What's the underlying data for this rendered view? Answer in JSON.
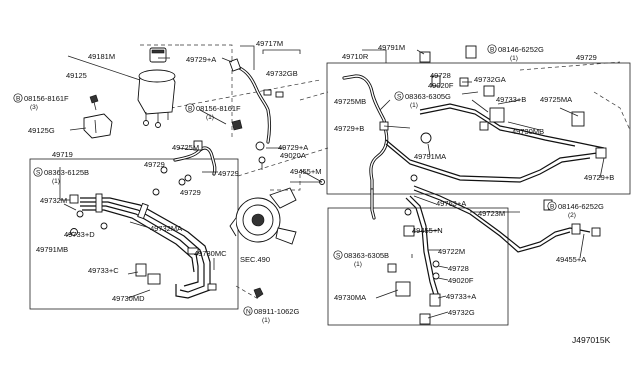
{
  "diagram_id": "J497015K",
  "labels": {
    "p49181M": "49181M",
    "p49125": "49125",
    "p08156_8161F_a": "08156-8161F",
    "p08156_8161F_a_qty": "(3)",
    "p49125G": "49125G",
    "p49729A_top": "49729+A",
    "p49717M": "49717M",
    "p49732GB": "49732GB",
    "p08156_8161F_b": "08156-8161F",
    "p08156_8161F_b_qty": "(1)",
    "p49725M": "49725M",
    "p49729A_mid": "49729+A",
    "p49020A": "49020A",
    "p49455M": "49455+M",
    "p49729_center": "49729",
    "p49719": "49719",
    "p08363_6125B": "08363-6125B",
    "p08363_6125B_qty": "(1)",
    "p49729_left": "49729",
    "p49732M": "49732M",
    "p49729_left2": "49729",
    "p49733D": "49733+D",
    "p49791MB": "49791MB",
    "p49732MA": "49732MA",
    "p49730MC": "49730MC",
    "p49733C": "49733+C",
    "p49730MD": "49730MD",
    "sec490": "SEC.490",
    "p08911_1062G": "08911-1062G",
    "p08911_1062G_qty": "(1)",
    "p49710R": "49710R",
    "p49791M": "49791M",
    "p08146_6252G_a": "08146-6252G",
    "p08146_6252G_a_qty": "(1)",
    "p49729_right": "49729",
    "p49728_a": "49728",
    "p49020F_a": "49020F",
    "p49732GA": "49732GA",
    "p08363_6305G": "08363-6305G",
    "p08363_6305G_qty": "(1)",
    "p49725MB": "49725MB",
    "p49733B": "49733+B",
    "p49725MA": "49725MA",
    "p49729B_left": "49729+B",
    "p49730MB": "49730MB",
    "p49791MA": "49791MA",
    "p49729B_right": "49729+B",
    "p49763A": "49763+A",
    "p08146_6252G_b": "08146-6252G",
    "p08146_6252G_b_qty": "(2)",
    "p49723M": "49723M",
    "p49455N": "49455+N",
    "p49722M": "49722M",
    "p08363_6305B": "08363-6305B",
    "p08363_6305B_qty": "(1)",
    "p49728_b": "49728",
    "p49455A": "49455+A",
    "p49020F_b": "49020F",
    "p49730MA": "49730MA",
    "p49733A": "49733+A",
    "p49732G": "49732G"
  },
  "prefix": {
    "b": "B",
    "s": "S",
    "n": "N"
  },
  "icons": {
    "bolt_b": "circled-b-icon",
    "screw_s": "circled-s-icon",
    "nut_n": "circled-n-icon"
  }
}
